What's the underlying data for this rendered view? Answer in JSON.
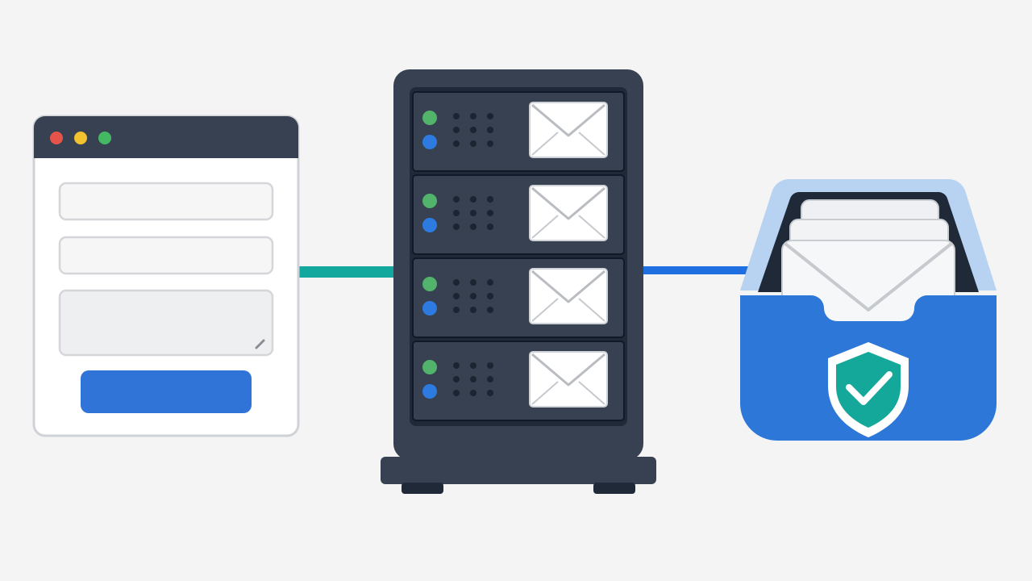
{
  "diagram": {
    "nodes": [
      {
        "id": "web-form",
        "icon": "browser-form-icon",
        "label": ""
      },
      {
        "id": "mail-server",
        "icon": "server-rack-icon",
        "label": ""
      },
      {
        "id": "secure-inbox",
        "icon": "inbox-tray-icon",
        "label": ""
      }
    ],
    "edges": [
      {
        "from": "web-form",
        "to": "mail-server",
        "color": "#13a89e"
      },
      {
        "from": "mail-server",
        "to": "secure-inbox",
        "color": "#1f6fe0"
      }
    ],
    "server": {
      "slot_count": 4,
      "slot_icon": "envelope-icon"
    },
    "form": {
      "fields": [
        "text-input",
        "text-input",
        "textarea"
      ],
      "button_label": ""
    },
    "inbox": {
      "badge_icon": "shield-check-icon"
    }
  },
  "colors": {
    "background": "#f4f4f5",
    "dark": "#374151",
    "dark_inner": "#1f2937",
    "submit_blue": "#2f74d6",
    "tray_blue": "#2d77d8",
    "tray_light": "#b8d2f2",
    "shield_teal": "#14a89a",
    "led_green": "#52b36a",
    "led_blue": "#2d7be0",
    "dot_red": "#e5534b",
    "dot_yellow": "#f2c230",
    "dot_green": "#45b863"
  }
}
